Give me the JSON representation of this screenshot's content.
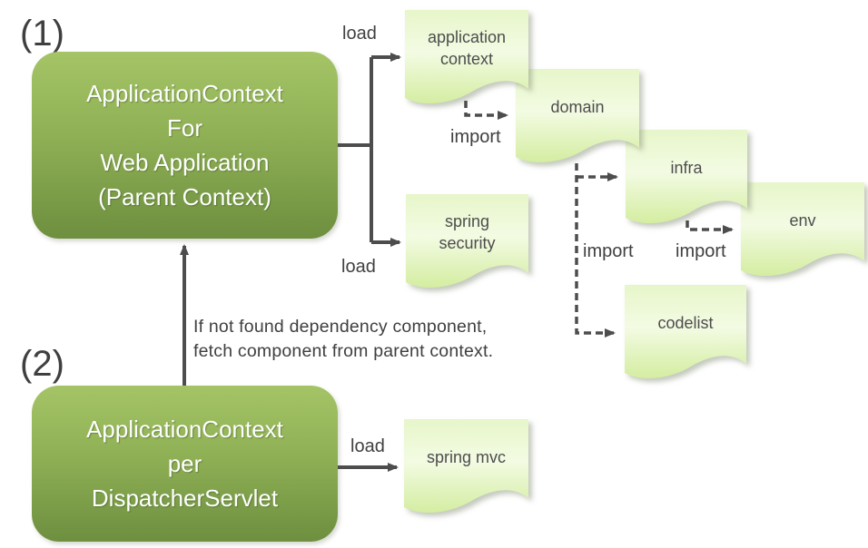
{
  "markers": {
    "first": "(1)",
    "second": "(2)"
  },
  "boxes": {
    "parent": {
      "lines": [
        "ApplicationContext",
        "For",
        "Web Application",
        "(Parent Context)"
      ]
    },
    "child": {
      "lines": [
        "ApplicationContext",
        "per",
        "DispatcherServlet"
      ]
    }
  },
  "documents": {
    "application_context": "application context",
    "spring_security": "spring security",
    "domain": "domain",
    "infra": "infra",
    "env": "env",
    "codelist": "codelist",
    "spring_mvc": "spring mvc"
  },
  "edge_labels": {
    "load_application_context": "load",
    "load_spring_security": "load",
    "load_spring_mvc": "load",
    "import_app_to_domain": "import",
    "import_domain_to_codelist": "import",
    "import_infra_to_env": "import"
  },
  "note": {
    "line1": "If not found dependency component,",
    "line2": "fetch component from parent context."
  },
  "colors": {
    "box_gradient_top": "#a4c466",
    "box_gradient_bottom": "#6d8f3f",
    "box_text": "#ffffff",
    "doc_gradient_top": "#e7f6ca",
    "doc_gradient_mid": "#f3fbe3",
    "doc_gradient_bottom": "#d4eda1",
    "connector": "#4d4d4d",
    "label_text": "#404040"
  }
}
